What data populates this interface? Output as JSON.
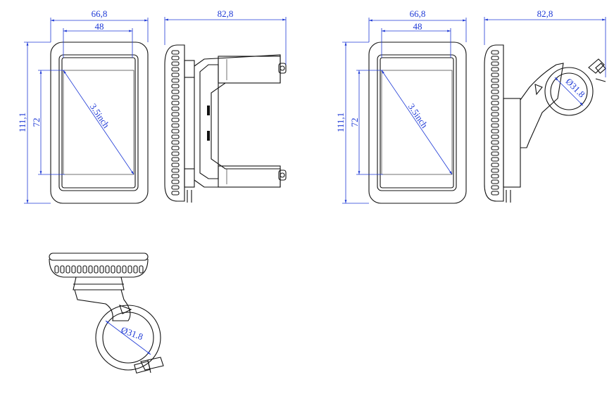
{
  "dimensions": {
    "overall_width": "66,8",
    "screen_width": "48",
    "overall_height": "111,1",
    "screen_height": "72",
    "depth": "82,8",
    "diagonal": "3.5inch",
    "clamp_diameter": "Ø31.8"
  },
  "colors": {
    "dimension_lines": "#1f3ad6",
    "outline": "#111111",
    "background": "#ffffff"
  }
}
